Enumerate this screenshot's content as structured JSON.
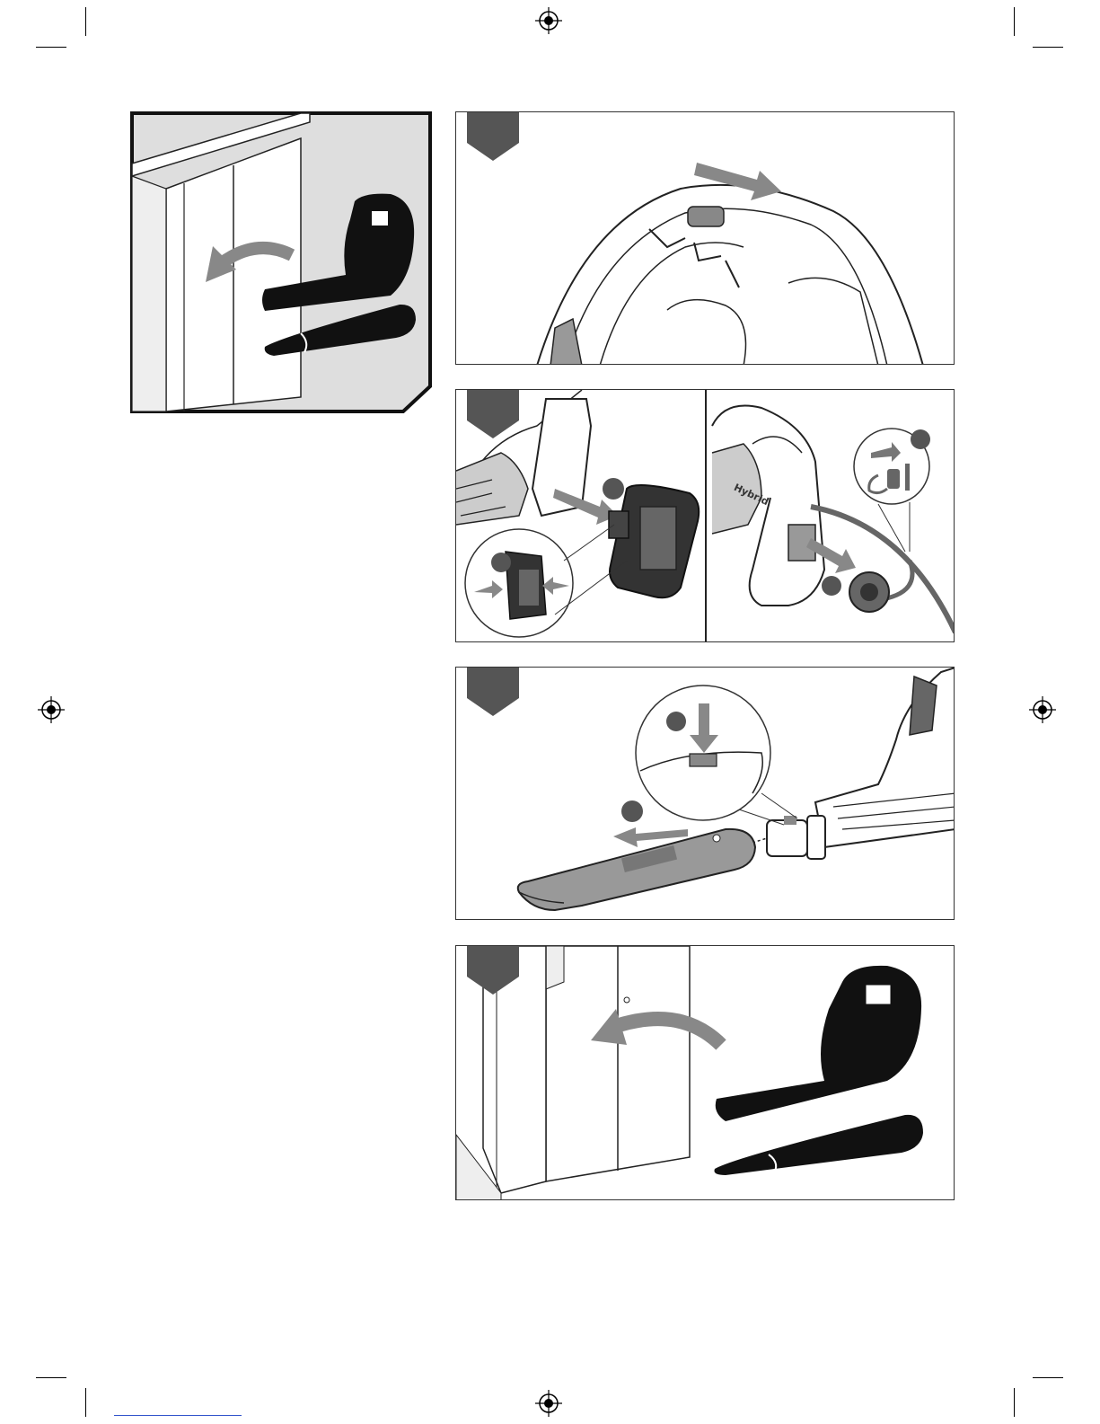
{
  "page": {
    "bottom_link_text": "",
    "brand_mark": "Hybrid"
  },
  "panels": [
    {
      "name": "storage-overview",
      "step": ""
    },
    {
      "name": "step-1-switch-off",
      "step": ""
    },
    {
      "name": "step-2-remove-power",
      "step": ""
    },
    {
      "name": "step-3-detach-tube",
      "step": ""
    },
    {
      "name": "step-4-store",
      "step": ""
    }
  ],
  "colors": {
    "tab": "#555555",
    "arrow_gray": "#888888",
    "silhouette": "#111111",
    "light_gray": "#dddddd",
    "outline": "#333333"
  }
}
